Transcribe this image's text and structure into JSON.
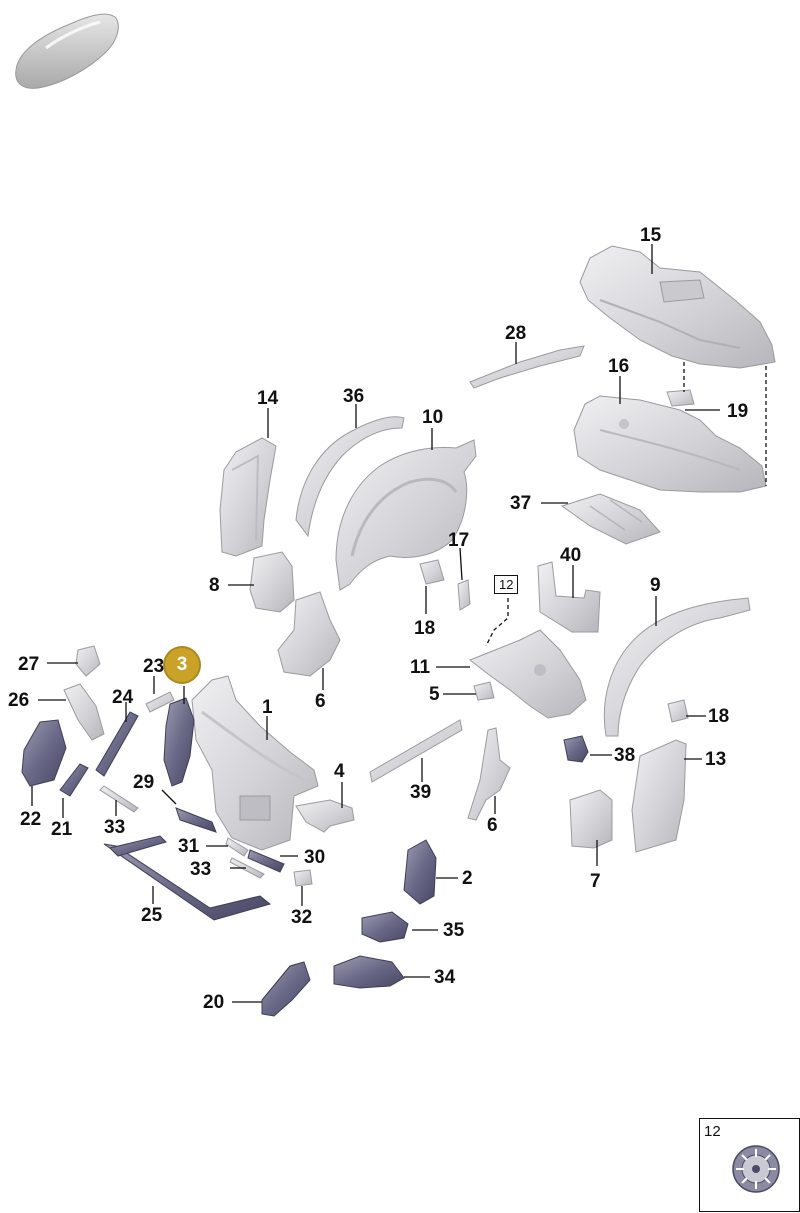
{
  "diagram": {
    "labels": [
      "1",
      "2",
      "3",
      "4",
      "5",
      "6",
      "6",
      "7",
      "8",
      "9",
      "10",
      "11",
      "13",
      "14",
      "15",
      "16",
      "17",
      "18",
      "18",
      "19",
      "20",
      "21",
      "22",
      "23",
      "24",
      "25",
      "26",
      "27",
      "28",
      "29",
      "30",
      "31",
      "32",
      "33",
      "33",
      "34",
      "35",
      "36",
      "37",
      "38",
      "39",
      "40"
    ],
    "callout_box_label": "12",
    "highlighted_part": "3",
    "inset": {
      "label": "12",
      "icon": "clip-fastener-icon"
    },
    "colors": {
      "part_light": "#d8d8db",
      "part_dark": "#5a5a78",
      "line": "#111111",
      "highlight": "#c9a227"
    },
    "car_icon": "car-silhouette-icon"
  }
}
